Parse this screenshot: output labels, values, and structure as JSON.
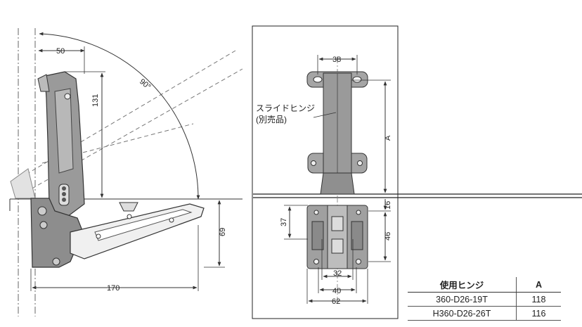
{
  "side_view": {
    "dim_width": "50",
    "dim_height_upper": "131",
    "dim_angle": "90°",
    "dim_height_lower": "69",
    "dim_length": "170"
  },
  "front_view": {
    "dim_top_width": "38",
    "dim_a": "A",
    "dim_16": "16",
    "dim_37": "37",
    "dim_46": "46",
    "dim_32": "32",
    "dim_40": "40",
    "dim_62": "62",
    "callout_line1": "スライドヒンジ",
    "callout_line2": "(別売品)"
  },
  "hinge_table": {
    "header_hinge": "使用ヒンジ",
    "header_a": "A",
    "rows": [
      {
        "hinge": "360-D26-19T",
        "a": "118"
      },
      {
        "hinge": "H360-D26-26T",
        "a": "116"
      }
    ]
  }
}
